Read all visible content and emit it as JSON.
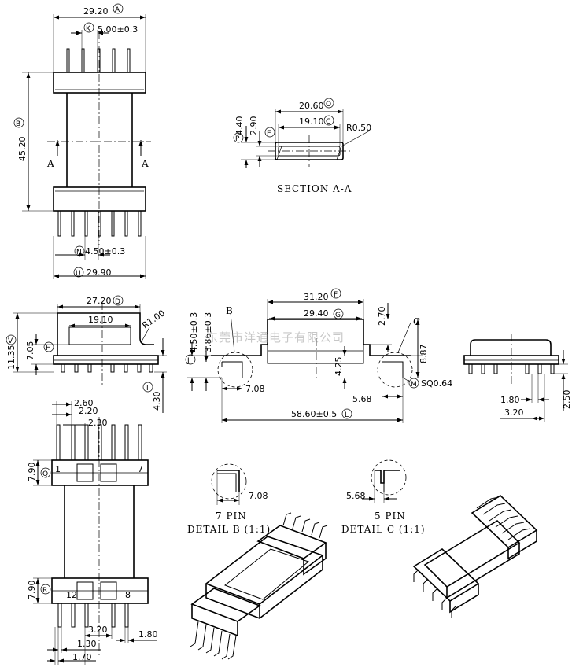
{
  "top_view": {
    "width_total": "29.20",
    "width_total_ref": "A",
    "pin_pitch": "5.00±0.3",
    "pin_pitch_ref": "K",
    "height_total": "45.20",
    "height_total_ref": "B",
    "pin_spacing": "4.50±0.3",
    "pin_spacing_ref": "N",
    "width_base": "29.90",
    "width_base_ref": "U",
    "section_mark": "A"
  },
  "section": {
    "title": "SECTION A-A",
    "outer_width": "20.60",
    "outer_width_ref": "O",
    "inner_width": "19.10",
    "inner_width_ref": "C",
    "radius": "R0.50",
    "outer_height": "4.40",
    "outer_height_ref": "P",
    "inner_height": "2.90",
    "inner_height_ref": "E"
  },
  "side_view": {
    "top_width": "27.20",
    "top_width_ref": "D",
    "inner_width": "19.10",
    "radius": "R1.00",
    "height_total": "11.35",
    "height_total_ref": "V",
    "height_flange": "7.05",
    "height_flange_ref": "H",
    "pin_length": "4.30",
    "pin_length_ref": "I"
  },
  "front_view": {
    "top_length": "31.20",
    "top_length_ref": "F",
    "inner_length": "29.40",
    "inner_length_ref": "G",
    "step": "2.70",
    "left_h1": "4.50±0.3",
    "left_h1_ref": "J",
    "left_h2": "3.86±0.3",
    "mid_h": "4.25",
    "right_h": "8.87",
    "detail_b_mark": "B",
    "detail_c_mark": "C",
    "dim_b": "7.08",
    "dim_c": "5.68",
    "pin_square": "SQ0.64",
    "pin_square_ref": "M",
    "overall": "58.60±0.5",
    "overall_ref": "L"
  },
  "end_view": {
    "pin_dim_a": "1.80",
    "pin_dim_b": "3.20",
    "pin_length": "2.50"
  },
  "bottom_view": {
    "d_top1": "2.60",
    "d_top2": "2.20",
    "d_top3": "2.30",
    "flange_h1": "7.90",
    "flange_h1_ref": "Q",
    "flange_h2": "7.90",
    "flange_h2_ref": "R",
    "pin1": "1",
    "pin7": "7",
    "pin12": "12",
    "pin8": "8",
    "d_bot1": "3.20",
    "d_bot2": "1.80",
    "d_bot3": "1.30",
    "d_bot4": "1.70"
  },
  "detail_b": {
    "dim": "7.08",
    "pins": "7 PIN",
    "title": "DETAIL B (1:1)"
  },
  "detail_c": {
    "dim": "5.68",
    "pins": "5 PIN",
    "title": "DETAIL C (1:1)"
  },
  "watermark": "东莞市洋通电子有限公司"
}
